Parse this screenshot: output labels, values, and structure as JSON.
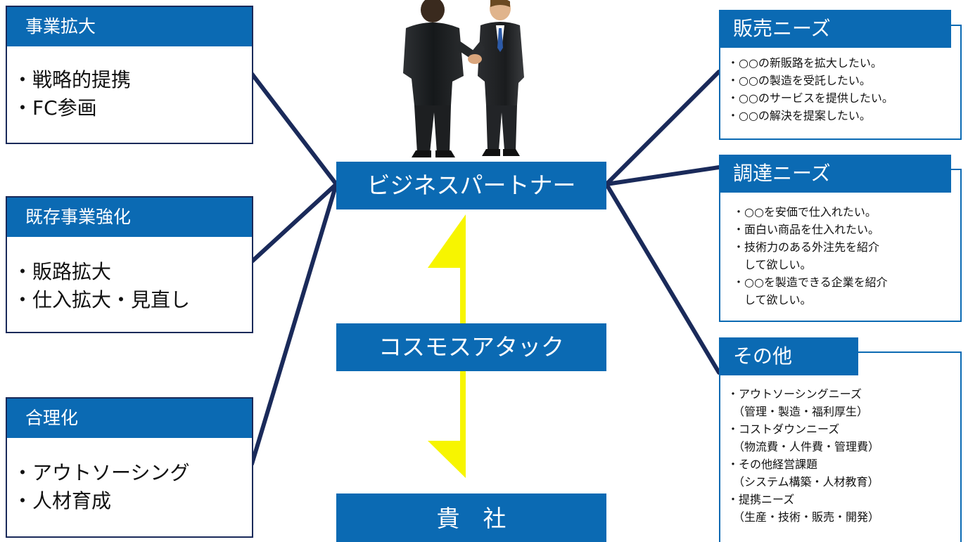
{
  "left_boxes": [
    {
      "title": "事業拡大",
      "items": [
        "・戦略的提携",
        "・FC参画"
      ]
    },
    {
      "title": "既存事業強化",
      "items": [
        "・販路拡大",
        "・仕入拡大・見直し"
      ]
    },
    {
      "title": "合理化",
      "items": [
        "・アウトソーシング",
        "・人材育成"
      ]
    }
  ],
  "center": {
    "partner": "ビジネスパートナー",
    "cosmos": "コスモスアタック",
    "company": "貴　社"
  },
  "right_boxes": [
    {
      "title": "販売ニーズ",
      "items": [
        "・○○の新販路を拡大したい。",
        "・○○の製造を受託したい。",
        "・○○のサービスを提供したい。",
        "・○○の解決を提案したい。"
      ]
    },
    {
      "title": "調達ニーズ",
      "items": [
        "・○○を安価で仕入れたい。",
        "・面白い商品を仕入れたい。",
        "・技術力のある外注先を紹介",
        "　して欲しい。",
        "・○○を製造できる企業を紹介",
        "　して欲しい。"
      ]
    },
    {
      "title": "その他",
      "items": [
        "・アウトソーシングニーズ",
        "　（管理・製造・福利厚生）",
        "・コストダウンニーズ",
        "　（物流費・人件費・管理費）",
        "・その他経営課題",
        "　（システム構築・人材教育）",
        "・提携ニーズ",
        "　（生産・技術・販売・開発）"
      ]
    }
  ],
  "colors": {
    "accent_blue": "#0b6ab3",
    "line_navy": "#1a2a5a",
    "arrow_yellow": "#f7f500"
  },
  "figures_icon": "handshake-businessmen-icon",
  "arrow_icon": "double-arrow-icon"
}
